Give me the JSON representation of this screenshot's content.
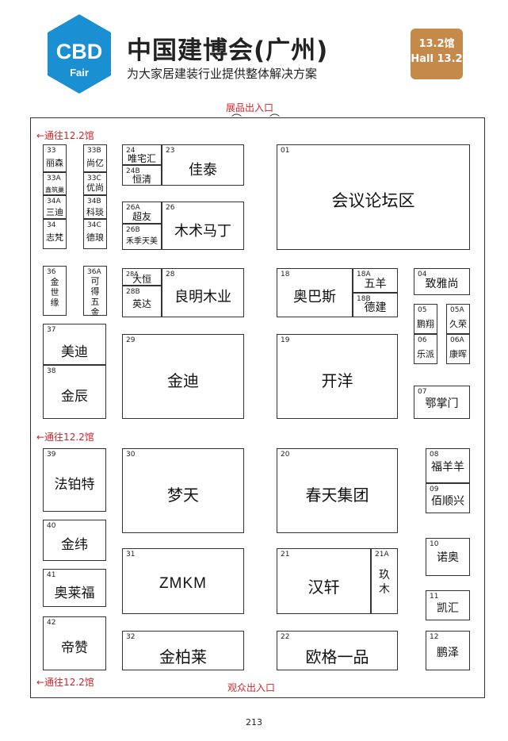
{
  "header": {
    "logo_text": "CBD",
    "logo_sub": "Fair",
    "title": "中国建博会(广州)",
    "subtitle": "为大家居建装行业提供整体解决方案",
    "hall_cn": "13.2馆",
    "hall_en": "Hall 13.2",
    "brand_color": "#1a8fd1",
    "hall_color": "#c58a4a"
  },
  "floorplan": {
    "entrance_top": "展品出入口",
    "entrance_bottom": "观众出入口",
    "passage_label": "←通往12.2馆",
    "accent_red": "#d1232a",
    "booths": [
      {
        "num": "33",
        "name": "丽森"
      },
      {
        "num": "33B",
        "name": "尚亿"
      },
      {
        "num": "33A",
        "name": "鑫筑巢"
      },
      {
        "num": "33C",
        "name": "优尚"
      },
      {
        "num": "34A",
        "name": "三迪"
      },
      {
        "num": "34B",
        "name": "科琰"
      },
      {
        "num": "34",
        "name": "志梵"
      },
      {
        "num": "34C",
        "name": "德琅"
      },
      {
        "num": "36",
        "name": "金世缘"
      },
      {
        "num": "36A",
        "name": "可得五金"
      },
      {
        "num": "37",
        "name": "美迪"
      },
      {
        "num": "38",
        "name": "金辰"
      },
      {
        "num": "39",
        "name": "法铂特"
      },
      {
        "num": "40",
        "name": "金纬"
      },
      {
        "num": "41",
        "name": "奥莱福"
      },
      {
        "num": "42",
        "name": "帝赞"
      },
      {
        "num": "24",
        "name": "唯宅汇"
      },
      {
        "num": "24B",
        "name": "恒清"
      },
      {
        "num": "23",
        "name": "佳泰"
      },
      {
        "num": "26A",
        "name": "超友"
      },
      {
        "num": "26B",
        "name": "禾季天美"
      },
      {
        "num": "26",
        "name": "木术马丁"
      },
      {
        "num": "28A",
        "name": "大恒"
      },
      {
        "num": "28B",
        "name": "英达"
      },
      {
        "num": "28",
        "name": "良明木业"
      },
      {
        "num": "29",
        "name": "金迪"
      },
      {
        "num": "30",
        "name": "梦天"
      },
      {
        "num": "31",
        "name": "ZMKM"
      },
      {
        "num": "32",
        "name": "金柏莱"
      },
      {
        "num": "01",
        "name": "会议论坛区"
      },
      {
        "num": "18",
        "name": "奥巴斯"
      },
      {
        "num": "18A",
        "name": "五羊"
      },
      {
        "num": "18B",
        "name": "德建"
      },
      {
        "num": "19",
        "name": "开洋"
      },
      {
        "num": "20",
        "name": "春天集团"
      },
      {
        "num": "21",
        "name": "汉轩"
      },
      {
        "num": "21A",
        "name": "玖木"
      },
      {
        "num": "22",
        "name": "欧格一品"
      },
      {
        "num": "04",
        "name": "致雅尚"
      },
      {
        "num": "05",
        "name": "鹏翔"
      },
      {
        "num": "05A",
        "name": "久荣"
      },
      {
        "num": "06",
        "name": "乐派"
      },
      {
        "num": "06A",
        "name": "康晖"
      },
      {
        "num": "07",
        "name": "鄂掌门"
      },
      {
        "num": "08",
        "name": "福羊羊"
      },
      {
        "num": "09",
        "name": "佰顺兴"
      },
      {
        "num": "10",
        "name": "诺奥"
      },
      {
        "num": "11",
        "name": "凯汇"
      },
      {
        "num": "12",
        "name": "鹏泽"
      }
    ]
  },
  "page_number": "213"
}
